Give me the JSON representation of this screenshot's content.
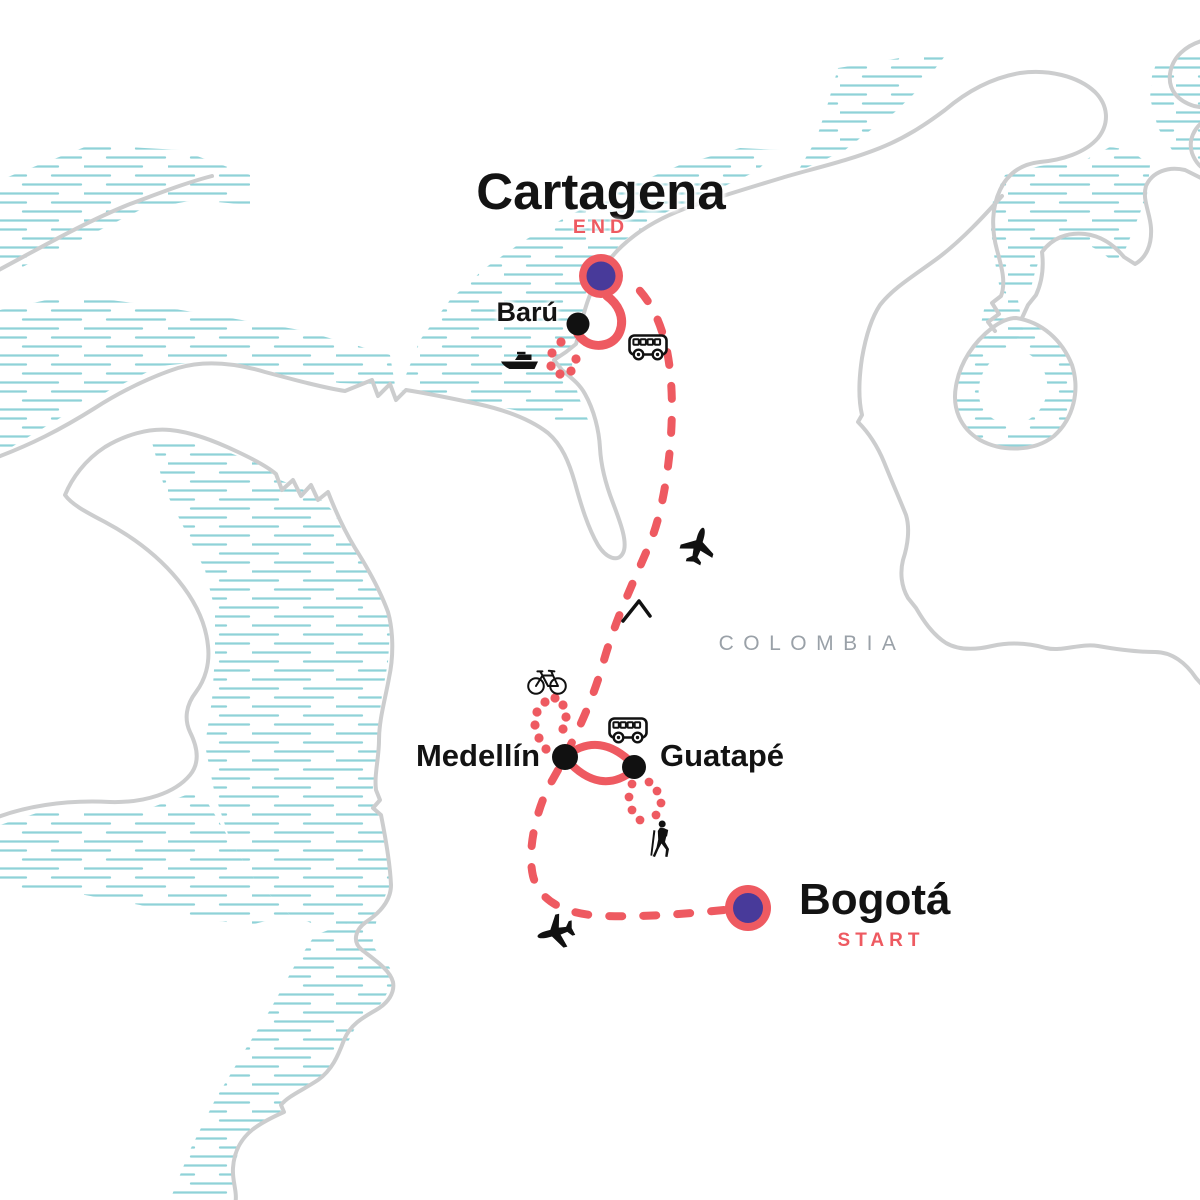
{
  "map": {
    "country_label": "COLOMBIA",
    "type": "tour-itinerary-map",
    "colors": {
      "route_red": "#ee5a61",
      "marker_purple": "#483a9a",
      "water_hatch_teal": "#8fd2d8",
      "coastline_gray": "#cccdce",
      "country_label_gray": "#9aa1a8",
      "label_black": "#131313"
    },
    "transport_modes_shown": [
      "plane",
      "bus",
      "boat",
      "bicycle",
      "hiking"
    ]
  },
  "locations": {
    "cartagena": {
      "name": "Cartagena",
      "tag": "END",
      "role": "tour-end"
    },
    "baru": {
      "name": "Barú",
      "role": "stop"
    },
    "medellin": {
      "name": "Medellín",
      "role": "stop"
    },
    "guatape": {
      "name": "Guatapé",
      "role": "stop"
    },
    "bogota": {
      "name": "Bogotá",
      "tag": "START",
      "role": "tour-start"
    }
  }
}
